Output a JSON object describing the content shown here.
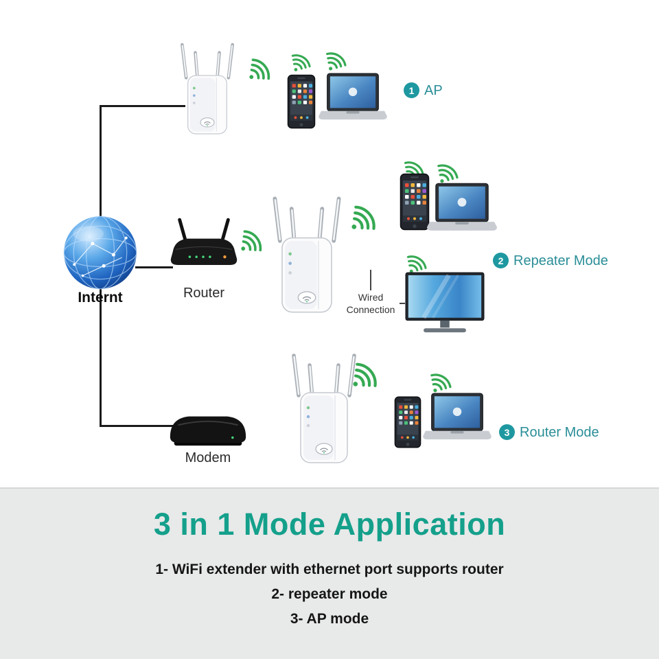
{
  "palette": {
    "heading_teal": "#14a08b",
    "mode_label_teal": "#2a8e97",
    "badge_teal": "#1e98a0",
    "wifi_green": "#35a952",
    "connector_black": "#1a1a1a",
    "footer_bg": "#e8e9e9"
  },
  "diagram": {
    "internet_label": "Internt",
    "router_label": "Router",
    "modem_label": "Modem",
    "wired_connection_label": "Wired Connection",
    "modes": [
      {
        "number": "1",
        "label": "AP"
      },
      {
        "number": "2",
        "label": "Repeater Mode"
      },
      {
        "number": "3",
        "label": "Router Mode"
      }
    ]
  },
  "footer": {
    "title": "3 in 1 Mode Application",
    "lines": [
      "1- WiFi extender with ethernet port supports router",
      "2- repeater mode",
      "3- AP mode"
    ]
  }
}
